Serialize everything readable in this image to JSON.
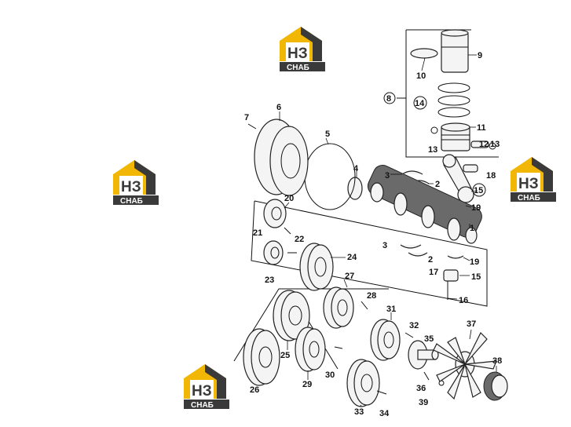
{
  "watermark": {
    "main": "НЗ",
    "sub": "СНАБ",
    "colors": {
      "yellow": "#f2b705",
      "dark": "#3a3a3a"
    }
  },
  "callouts": [
    "1",
    "2",
    "2",
    "3",
    "3",
    "4",
    "5",
    "6",
    "7",
    "8",
    "9",
    "10",
    "11",
    "12",
    "13",
    "13",
    "14",
    "15",
    "15",
    "16",
    "17",
    "18",
    "19",
    "19",
    "20",
    "21",
    "22",
    "23",
    "24",
    "25",
    "26",
    "27",
    "28",
    "29",
    "30",
    "31",
    "32",
    "33",
    "34",
    "35",
    "36",
    "37",
    "38",
    "39"
  ]
}
